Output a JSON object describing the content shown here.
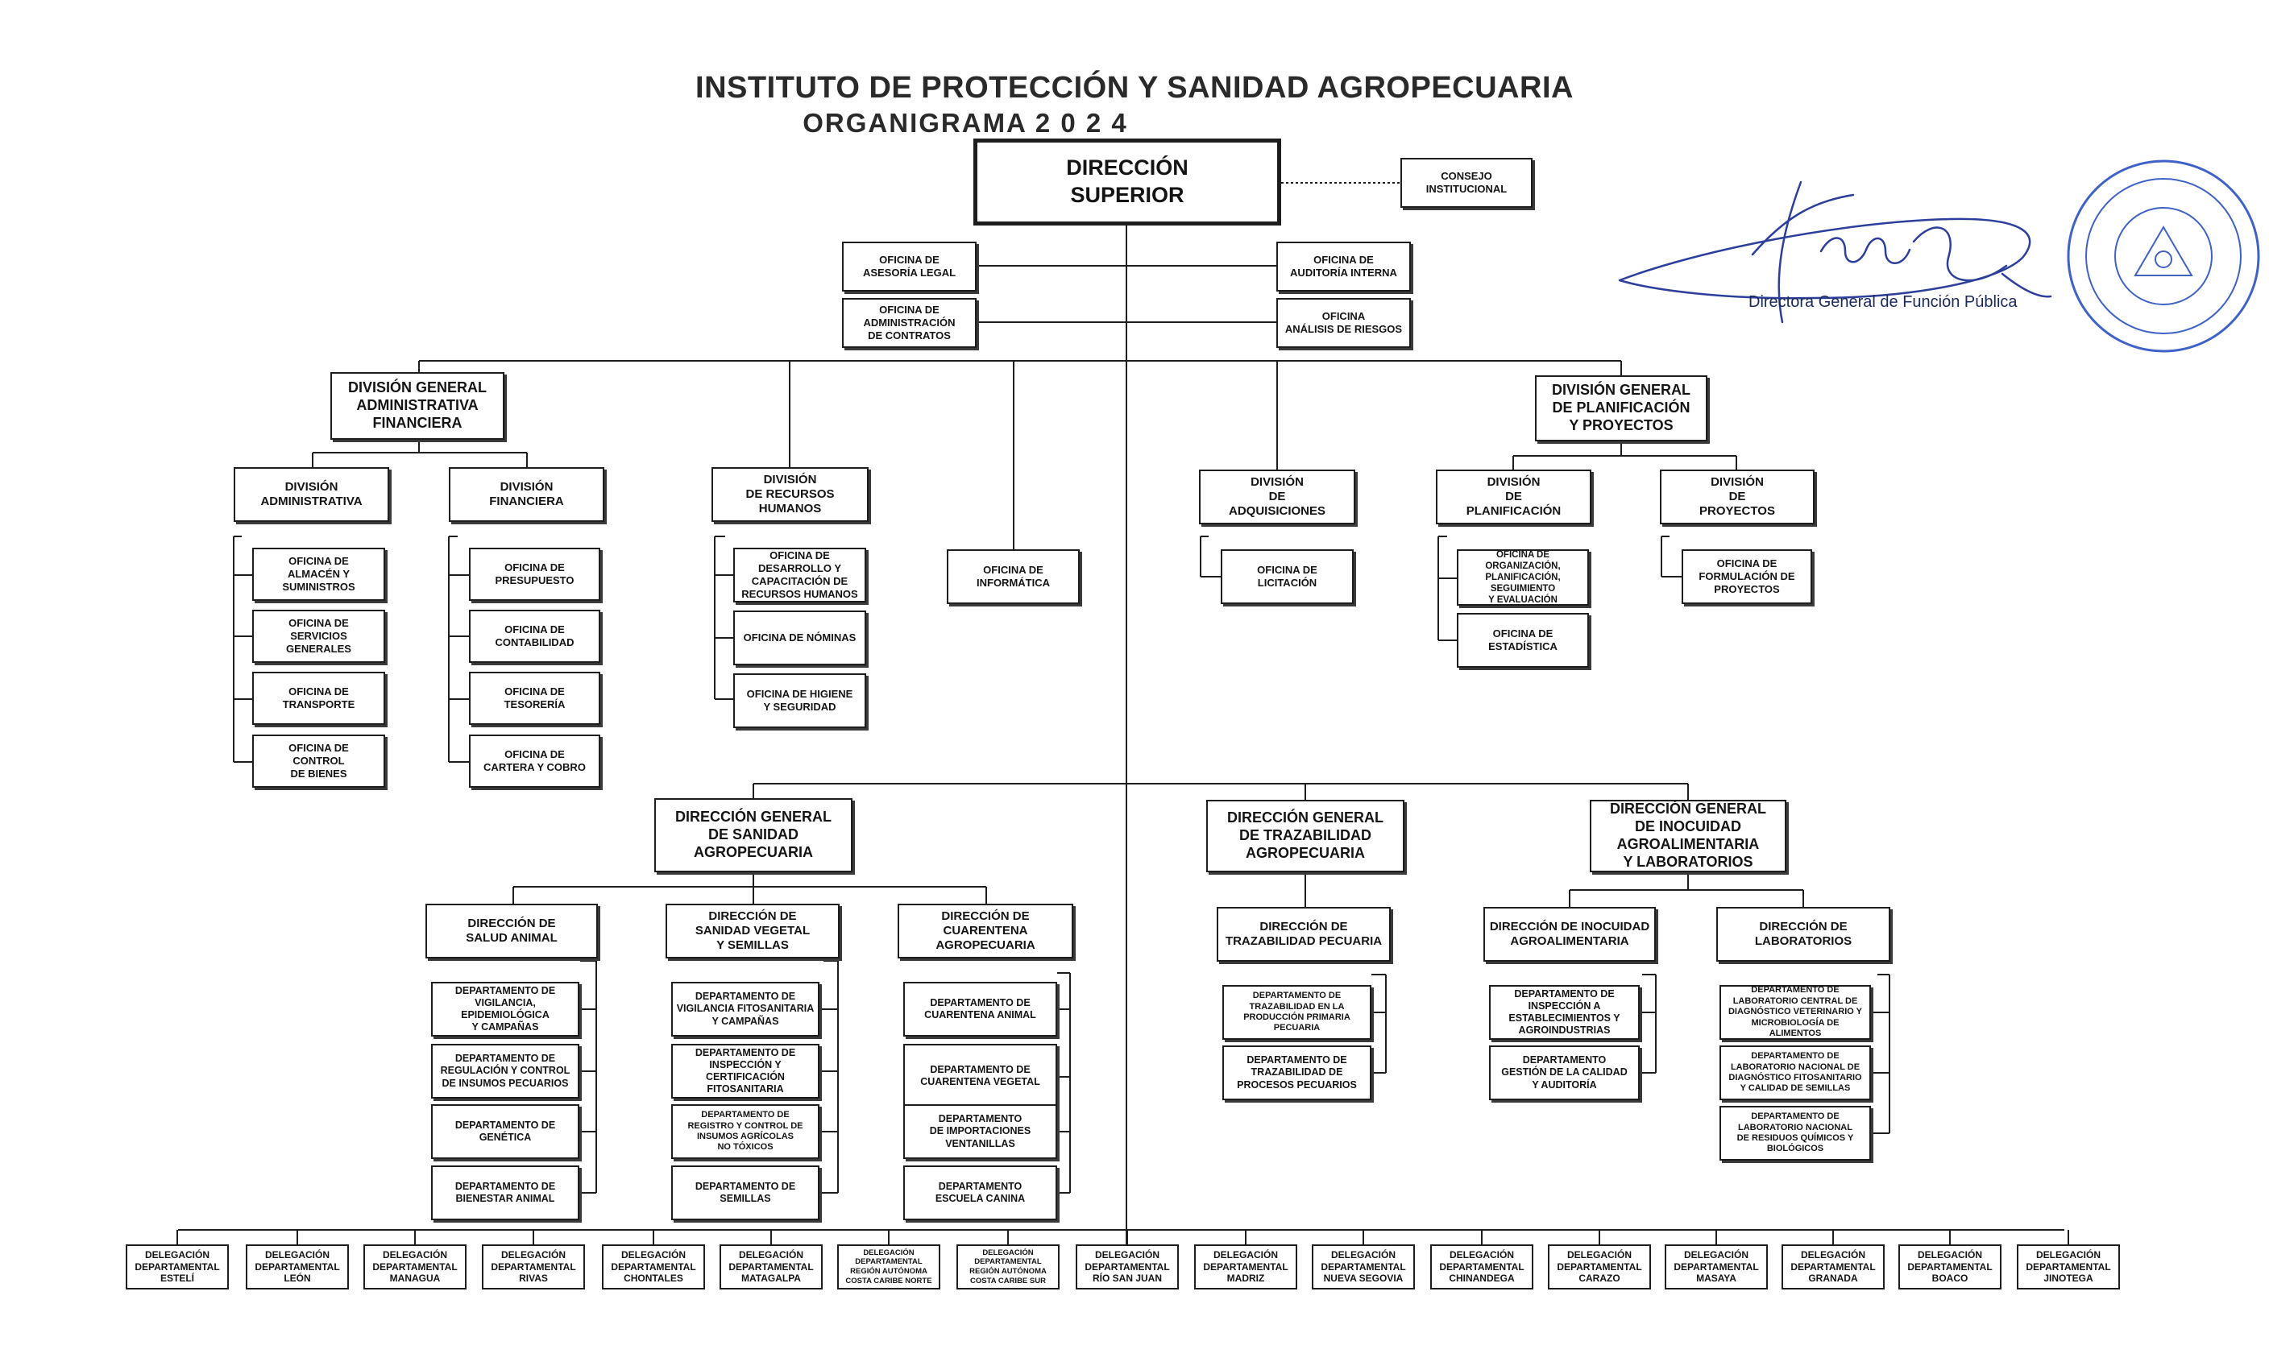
{
  "header": {
    "title": "INSTITUTO DE PROTECCIÓN Y SANIDAD  AGROPECUARIA",
    "subtitle": "ORGANIGRAMA  2 0 2 4"
  },
  "signature": {
    "caption": "Directora General de Función Pública",
    "stamp_color": "#3f62c8"
  },
  "top": {
    "direccion_superior": "DIRECCIÓN\nSUPERIOR",
    "consejo": "CONSEJO\nINSTITUCIONAL",
    "asesoria": "OFICINA DE\nASESORÍA LEGAL",
    "contratos": "OFICINA DE\nADMINISTRACIÓN\nDE CONTRATOS",
    "auditoria": "OFICINA DE\nAUDITORÍA INTERNA",
    "riesgos": "OFICINA\nANÁLISIS DE RIESGOS"
  },
  "admin": {
    "dg": "DIVISIÓN GENERAL\nADMINISTRATIVA\nFINANCIERA",
    "div_admin": "DIVISIÓN\nADMINISTRATIVA",
    "div_fin": "DIVISIÓN\nFINANCIERA",
    "admin_offices": [
      "OFICINA DE\nALMACÉN Y\nSUMINISTROS",
      "OFICINA DE\nSERVICIOS\nGENERALES",
      "OFICINA DE\nTRANSPORTE",
      "OFICINA DE\nCONTROL\nDE BIENES"
    ],
    "fin_offices": [
      "OFICINA DE\nPRESUPUESTO",
      "OFICINA DE\nCONTABILIDAD",
      "OFICINA DE\nTESORERÍA",
      "OFICINA DE\nCARTERA Y COBRO"
    ]
  },
  "rrhh": {
    "div": "DIVISIÓN\nDE RECURSOS\nHUMANOS",
    "offices": [
      "OFICINA DE\nDESARROLLO Y\nCAPACITACIÓN DE\nRECURSOS HUMANOS",
      "OFICINA DE NÓMINAS",
      "OFICINA DE HIGIENE\nY SEGURIDAD"
    ]
  },
  "informatica": "OFICINA DE\nINFORMÁTICA",
  "adquisiciones": {
    "div": "DIVISIÓN\nDE\nADQUISICIONES",
    "licitacion": "OFICINA DE\nLICITACIÓN"
  },
  "planificacion": {
    "dg": "DIVISIÓN GENERAL\nDE PLANIFICACIÓN\nY PROYECTOS",
    "div_plan": "DIVISIÓN\nDE\nPLANIFICACIÓN",
    "div_proy": "DIVISIÓN\nDE\nPROYECTOS",
    "organizacion": "OFICINA DE\nORGANIZACIÓN,\nPLANIFICACIÓN,\nSEGUIMIENTO\nY EVALUACIÓN",
    "estadistica": "OFICINA DE\nESTADÍSTICA",
    "formulacion": "OFICINA DE\nFORMULACIÓN DE\nPROYECTOS"
  },
  "sanidad": {
    "dg": "DIRECCIÓN GENERAL\nDE SANIDAD\nAGROPECUARIA",
    "salud": "DIRECCIÓN DE\nSALUD ANIMAL",
    "vegetal": "DIRECCIÓN DE\nSANIDAD VEGETAL\nY SEMILLAS",
    "cuarentena": "DIRECCIÓN DE\nCUARENTENA\nAGROPECUARIA",
    "salud_deps": [
      "DEPARTAMENTO DE\nVIGILANCIA, EPIDEMIOLÓGICA\nY CAMPAÑAS",
      "DEPARTAMENTO DE\nREGULACIÓN Y CONTROL\nDE INSUMOS PECUARIOS",
      "DEPARTAMENTO DE\nGENÉTICA",
      "DEPARTAMENTO DE\nBIENESTAR ANIMAL"
    ],
    "vegetal_deps": [
      "DEPARTAMENTO DE\nVIGILANCIA FITOSANITARIA\nY CAMPAÑAS",
      "DEPARTAMENTO DE\nINSPECCIÓN Y\nCERTIFICACIÓN\nFITOSANITARIA",
      "DEPARTAMENTO DE\nREGISTRO Y CONTROL DE\nINSUMOS AGRÍCOLAS\nNO TÓXICOS",
      "DEPARTAMENTO DE\nSEMILLAS"
    ],
    "cuarentena_deps": [
      "DEPARTAMENTO DE\nCUARENTENA ANIMAL",
      "DEPARTAMENTO DE\nCUARENTENA VEGETAL",
      "DEPARTAMENTO\nDE IMPORTACIONES\nVENTANILLAS",
      "DEPARTAMENTO\nESCUELA CANINA"
    ]
  },
  "trazabilidad": {
    "dg": "DIRECCIÓN GENERAL\nDE TRAZABILIDAD\nAGROPECUARIA",
    "dir": "DIRECCIÓN DE\nTRAZABILIDAD PECUARIA",
    "deps": [
      "DEPARTAMENTO DE\nTRAZABILIDAD EN LA\nPRODUCCIÓN PRIMARIA\nPECUARIA",
      "DEPARTAMENTO DE\nTRAZABILIDAD DE\nPROCESOS PECUARIOS"
    ]
  },
  "inocuidad": {
    "dg": "DIRECCIÓN GENERAL\nDE INOCUIDAD\nAGROALIMENTARIA\nY LABORATORIOS",
    "dir_ino": "DIRECCIÓN DE INOCUIDAD\nAGROALIMENTARIA",
    "dir_lab": "DIRECCIÓN DE\nLABORATORIOS",
    "ino_deps": [
      "DEPARTAMENTO DE\nINSPECCIÓN A\nESTABLECIMIENTOS Y\nAGROINDUSTRIAS",
      "DEPARTAMENTO\nGESTIÓN DE LA CALIDAD\nY AUDITORÍA"
    ],
    "lab_deps": [
      "DEPARTAMENTO DE\nLABORATORIO CENTRAL DE\nDIAGNÓSTICO VETERINARIO Y\nMICROBIOLOGÍA DE ALIMENTOS",
      "DEPARTAMENTO DE\nLABORATORIO NACIONAL DE\nDIAGNÓSTICO FITOSANITARIO\nY CALIDAD DE SEMILLAS",
      "DEPARTAMENTO DE\nLABORATORIO NACIONAL\nDE RESIDUOS QUÍMICOS Y\nBIOLÓGICOS"
    ]
  },
  "delegaciones": [
    "DELEGACIÓN\nDEPARTAMENTAL\nESTELÍ",
    "DELEGACIÓN\nDEPARTAMENTAL\nLEÓN",
    "DELEGACIÓN\nDEPARTAMENTAL\nMANAGUA",
    "DELEGACIÓN\nDEPARTAMENTAL\nRIVAS",
    "DELEGACIÓN\nDEPARTAMENTAL\nCHONTALES",
    "DELEGACIÓN\nDEPARTAMENTAL\nMATAGALPA",
    "DELEGACIÓN\nDEPARTAMENTAL\nREGIÓN AUTÓNOMA\nCOSTA CARIBE NORTE",
    "DELEGACIÓN\nDEPARTAMENTAL\nREGIÓN AUTÓNOMA\nCOSTA CARIBE SUR",
    "DELEGACIÓN\nDEPARTAMENTAL\nRÍO SAN JUAN",
    "DELEGACIÓN\nDEPARTAMENTAL\nMADRIZ",
    "DELEGACIÓN\nDEPARTAMENTAL\nNUEVA SEGOVIA",
    "DELEGACIÓN\nDEPARTAMENTAL\nCHINANDEGA",
    "DELEGACIÓN\nDEPARTAMENTAL\nCARAZO",
    "DELEGACIÓN\nDEPARTAMENTAL\nMASAYA",
    "DELEGACIÓN\nDEPARTAMENTAL\nGRANADA",
    "DELEGACIÓN\nDEPARTAMENTAL\nBOACO",
    "DELEGACIÓN\nDEPARTAMENTAL\nJINOTEGA"
  ]
}
